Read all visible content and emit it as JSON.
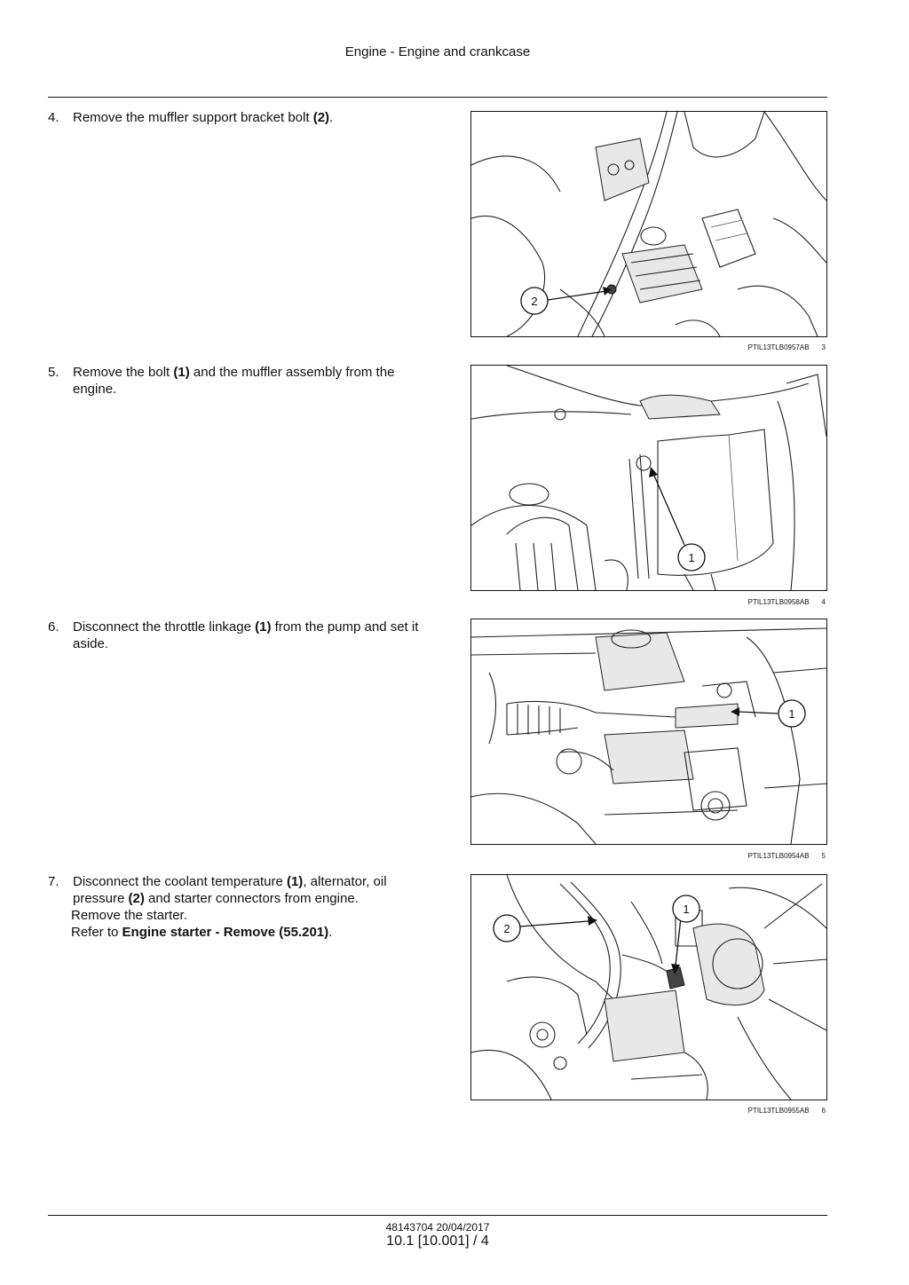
{
  "header": {
    "title": "Engine - Engine and crankcase"
  },
  "steps": [
    {
      "number": "4.",
      "parts": [
        "Remove the muffler support bracket bolt ",
        "(2)",
        "."
      ]
    },
    {
      "number": "5.",
      "parts": [
        "Remove the bolt ",
        "(1)",
        " and the muffler assembly from the engine."
      ]
    },
    {
      "number": "6.",
      "parts": [
        "Disconnect the throttle linkage ",
        "(1)",
        " from the pump and set it aside."
      ]
    },
    {
      "number": "7.",
      "parts": [
        "Disconnect the coolant temperature ",
        "(1)",
        ", alternator, oil pressure ",
        "(2)",
        " and starter connectors from engine."
      ],
      "line2": "Remove the starter.",
      "line3_prefix": "Refer to ",
      "line3_ref": "Engine starter - Remove (55.201)",
      "line3_suffix": "."
    }
  ],
  "figures": [
    {
      "code": "PTIL13TLB0957AB",
      "number": "3",
      "callouts": [
        "2"
      ]
    },
    {
      "code": "PTIL13TLB0958AB",
      "number": "4",
      "callouts": [
        "1"
      ]
    },
    {
      "code": "PTIL13TLB0954AB",
      "number": "5",
      "callouts": [
        "1"
      ]
    },
    {
      "code": "PTIL13TLB0955AB",
      "number": "6",
      "callouts": [
        "1",
        "2"
      ]
    }
  ],
  "footer": {
    "doc_code": "48143704 20/04/2017",
    "page_ref": "10.1 [10.001] / 4"
  }
}
